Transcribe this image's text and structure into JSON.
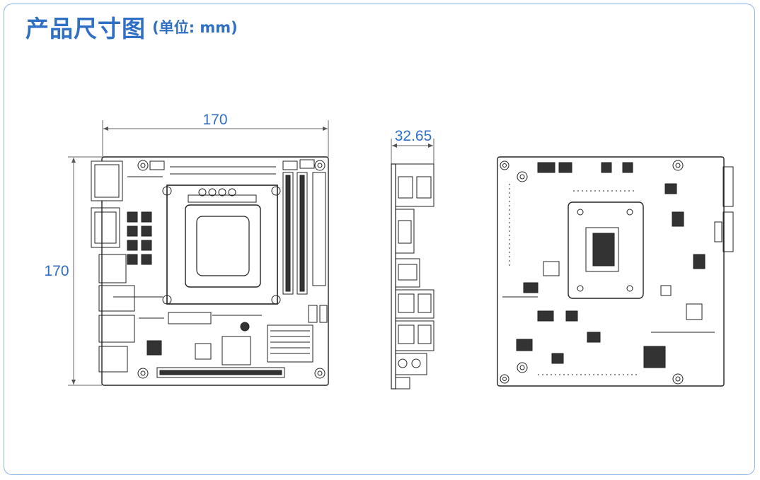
{
  "title": "产品尺寸图",
  "unit": "(单位: mm)",
  "dimensions": {
    "top_width": "170",
    "left_height": "170",
    "side_thickness": "32.65"
  },
  "colors": {
    "accent": "#2f6fc4",
    "frame": "#8bb8e8",
    "line": "#222222"
  }
}
